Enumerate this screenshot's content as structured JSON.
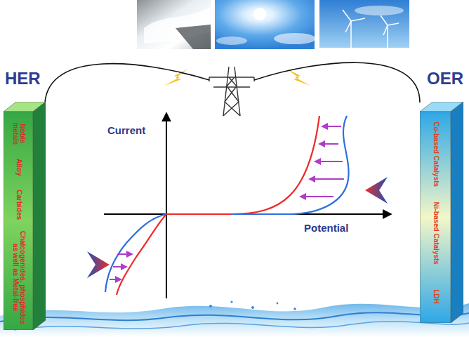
{
  "diagram": {
    "nodes": [
      {
        "text": [
          "HER",
          "Noble metals",
          "Alloy",
          "Carbides",
          "Chalcogenides, phosphides as well as Metal-free"
        ]
      },
      {
        "text": [
          "OER",
          "Co-based Catalysts",
          "Ni-based Catalysts",
          "LDH"
        ]
      }
    ],
    "labels": [
      "Current",
      "Potential"
    ]
  }
}
